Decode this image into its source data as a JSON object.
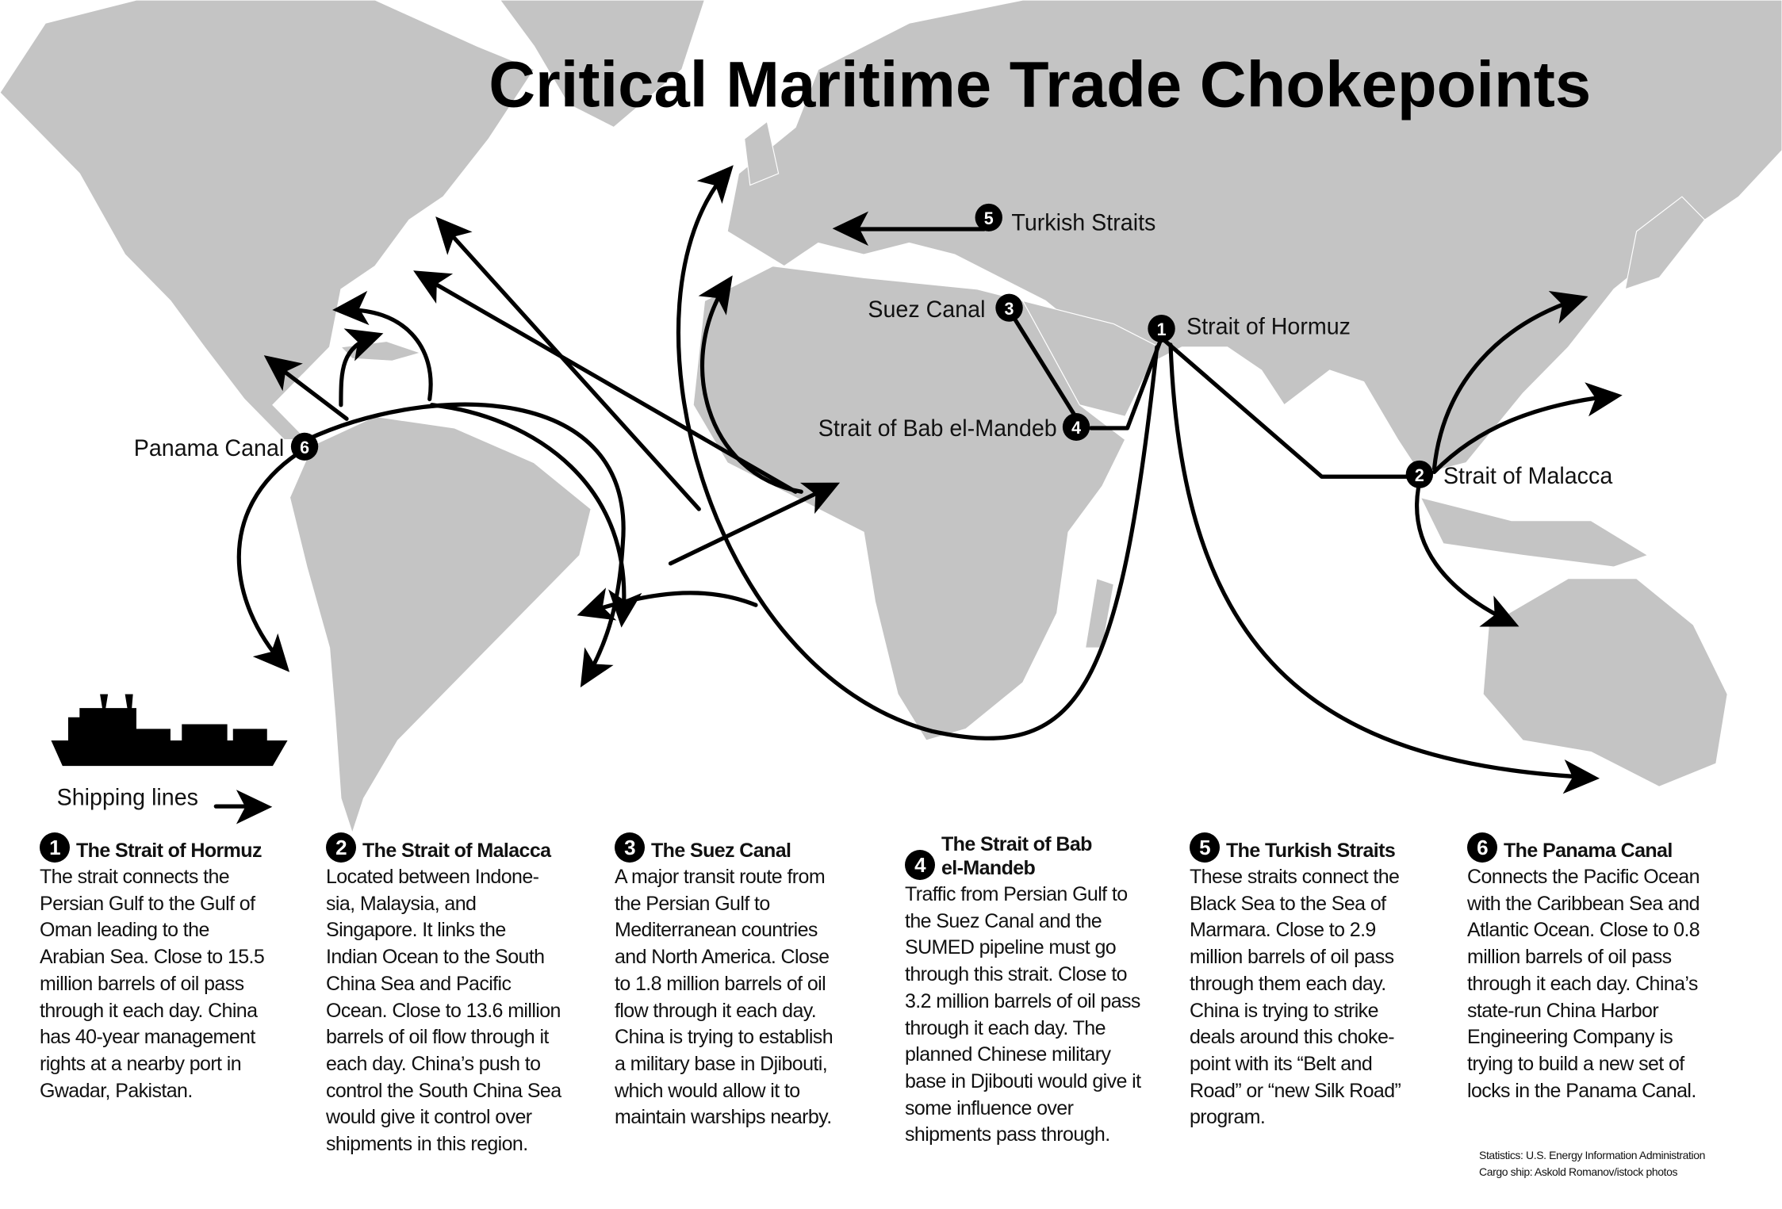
{
  "title": "Critical Maritime Trade Chokepoints",
  "colors": {
    "land": "#c4c4c4",
    "ink": "#000000",
    "background": "#ffffff"
  },
  "map_labels": {
    "hormuz": {
      "num": "1",
      "name": "Strait of Hormuz"
    },
    "malacca": {
      "num": "2",
      "name": "Strait of Malacca"
    },
    "suez": {
      "num": "3",
      "name": "Suez Canal"
    },
    "bab": {
      "num": "4",
      "name": "Strait of Bab el-Mandeb"
    },
    "turkish": {
      "num": "5",
      "name": "Turkish Straits"
    },
    "panama": {
      "num": "6",
      "name": "Panama Canal"
    }
  },
  "legend": {
    "label": "Shipping lines",
    "icon": "cargo-ship-icon"
  },
  "descriptions": [
    {
      "num": "1",
      "title": "The Strait of Hormuz",
      "lines": [
        "The strait connects the",
        "Persian Gulf to the Gulf of",
        "Oman leading to the",
        "Arabian Sea. Close to 15.5",
        "million barrels of oil pass",
        "through it each day. China",
        "has 40-year management",
        "rights at a nearby port in",
        "Gwadar, Pakistan."
      ]
    },
    {
      "num": "2",
      "title": "The Strait of Malacca",
      "lines": [
        "Located between Indone-",
        "sia, Malaysia, and",
        "Singapore. It links the",
        "Indian Ocean to the South",
        "China Sea and Pacific",
        "Ocean. Close to 13.6 million",
        "barrels of oil flow through it",
        "each day. China’s push to",
        "control the South China Sea",
        "would give it control over",
        "shipments in this region."
      ]
    },
    {
      "num": "3",
      "title": "The Suez Canal",
      "lines": [
        "A major transit route from",
        "the Persian Gulf to",
        "Mediterranean countries",
        "and North America. Close",
        "to 1.8 million barrels of oil",
        "flow through it each day.",
        "China is trying to establish",
        "a military base in Djibouti,",
        "which would allow it to",
        "maintain warships nearby."
      ]
    },
    {
      "num": "4",
      "title": "The Strait of Bab el-Mandeb",
      "title_lines": [
        "The Strait of Bab",
        "el-Mandeb"
      ],
      "lines": [
        "Traffic from Persian Gulf to",
        "the Suez Canal and the",
        "SUMED pipeline must go",
        "through this strait. Close to",
        "3.2 million barrels of oil pass",
        "through it each day. The",
        "planned Chinese military",
        "base in Djibouti would give it",
        "some influence over",
        "shipments pass through."
      ]
    },
    {
      "num": "5",
      "title": "The Turkish Straits",
      "lines": [
        "These straits connect the",
        "Black Sea to the Sea of",
        "Marmara. Close to 2.9",
        "million barrels of oil pass",
        "through them each day.",
        "China is trying to strike",
        "deals around this choke-",
        "point with its “Belt and",
        "Road” or “new Silk Road”",
        "program."
      ]
    },
    {
      "num": "6",
      "title": "The Panama Canal",
      "lines": [
        "Connects the Pacific Ocean",
        "with the Caribbean Sea and",
        "Atlantic Ocean. Close to 0.8",
        "million barrels of oil pass",
        "through it each day. China’s",
        "state-run China Harbor",
        "Engineering Company is",
        "trying to build a new set of",
        "locks in the Panama Canal."
      ]
    }
  ],
  "credits": {
    "statistics": "Statistics: U.S. Energy Information Administration",
    "photo": "Cargo ship: Askold Romanov/istock photos"
  }
}
